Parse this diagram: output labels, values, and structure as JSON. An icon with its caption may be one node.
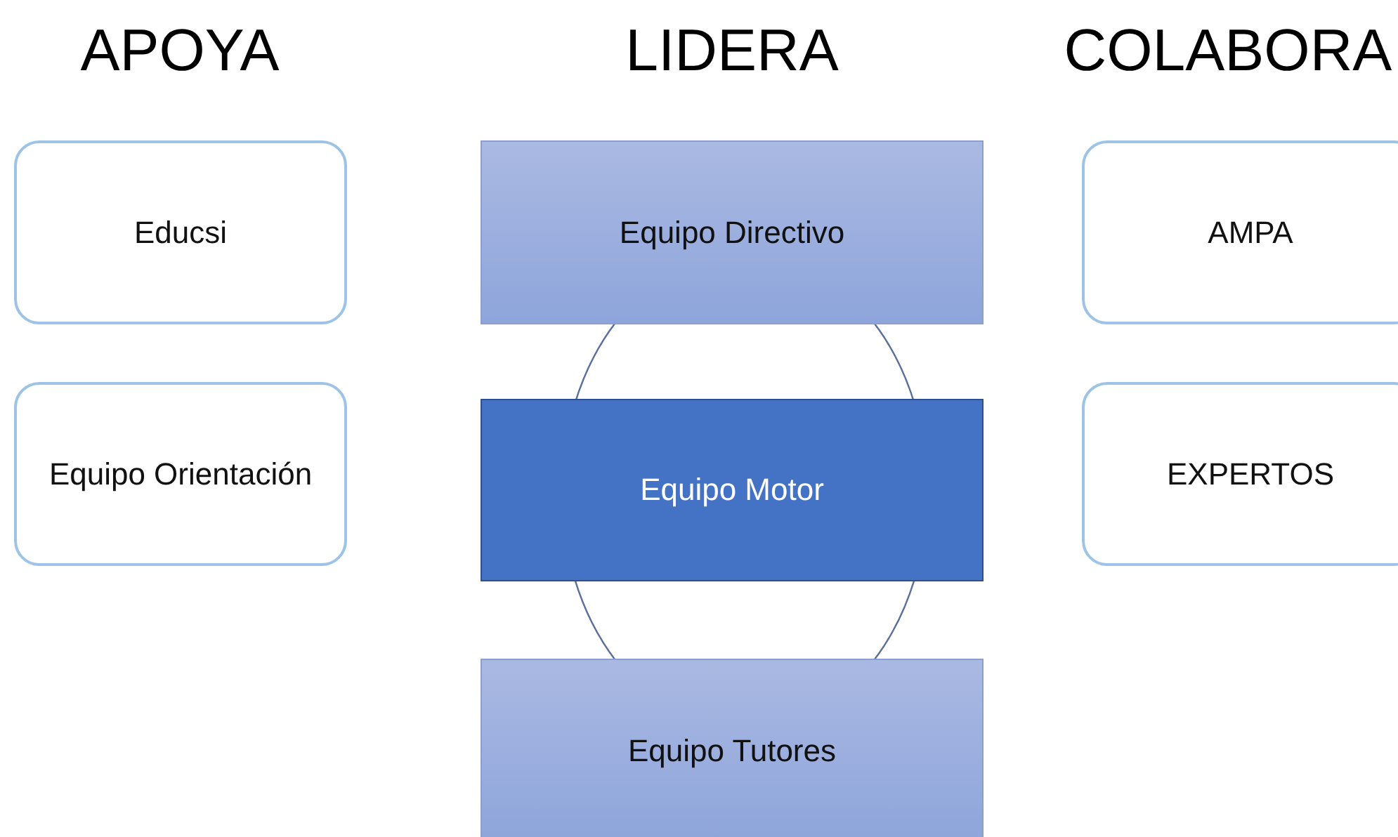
{
  "diagram": {
    "nodes": [
      {
        "text": [
          "Educsi"
        ]
      },
      {
        "text": [
          "Equipo Orientación"
        ]
      },
      {
        "text": [
          "Equipo Directivo"
        ]
      },
      {
        "text": [
          "Equipo Motor"
        ]
      },
      {
        "text": [
          "Equipo Tutores"
        ]
      },
      {
        "text": [
          "AMPA"
        ]
      },
      {
        "text": [
          "EXPERTOS"
        ]
      }
    ],
    "labels": [
      "APOYA",
      "LIDERA",
      "COLABORA"
    ]
  }
}
